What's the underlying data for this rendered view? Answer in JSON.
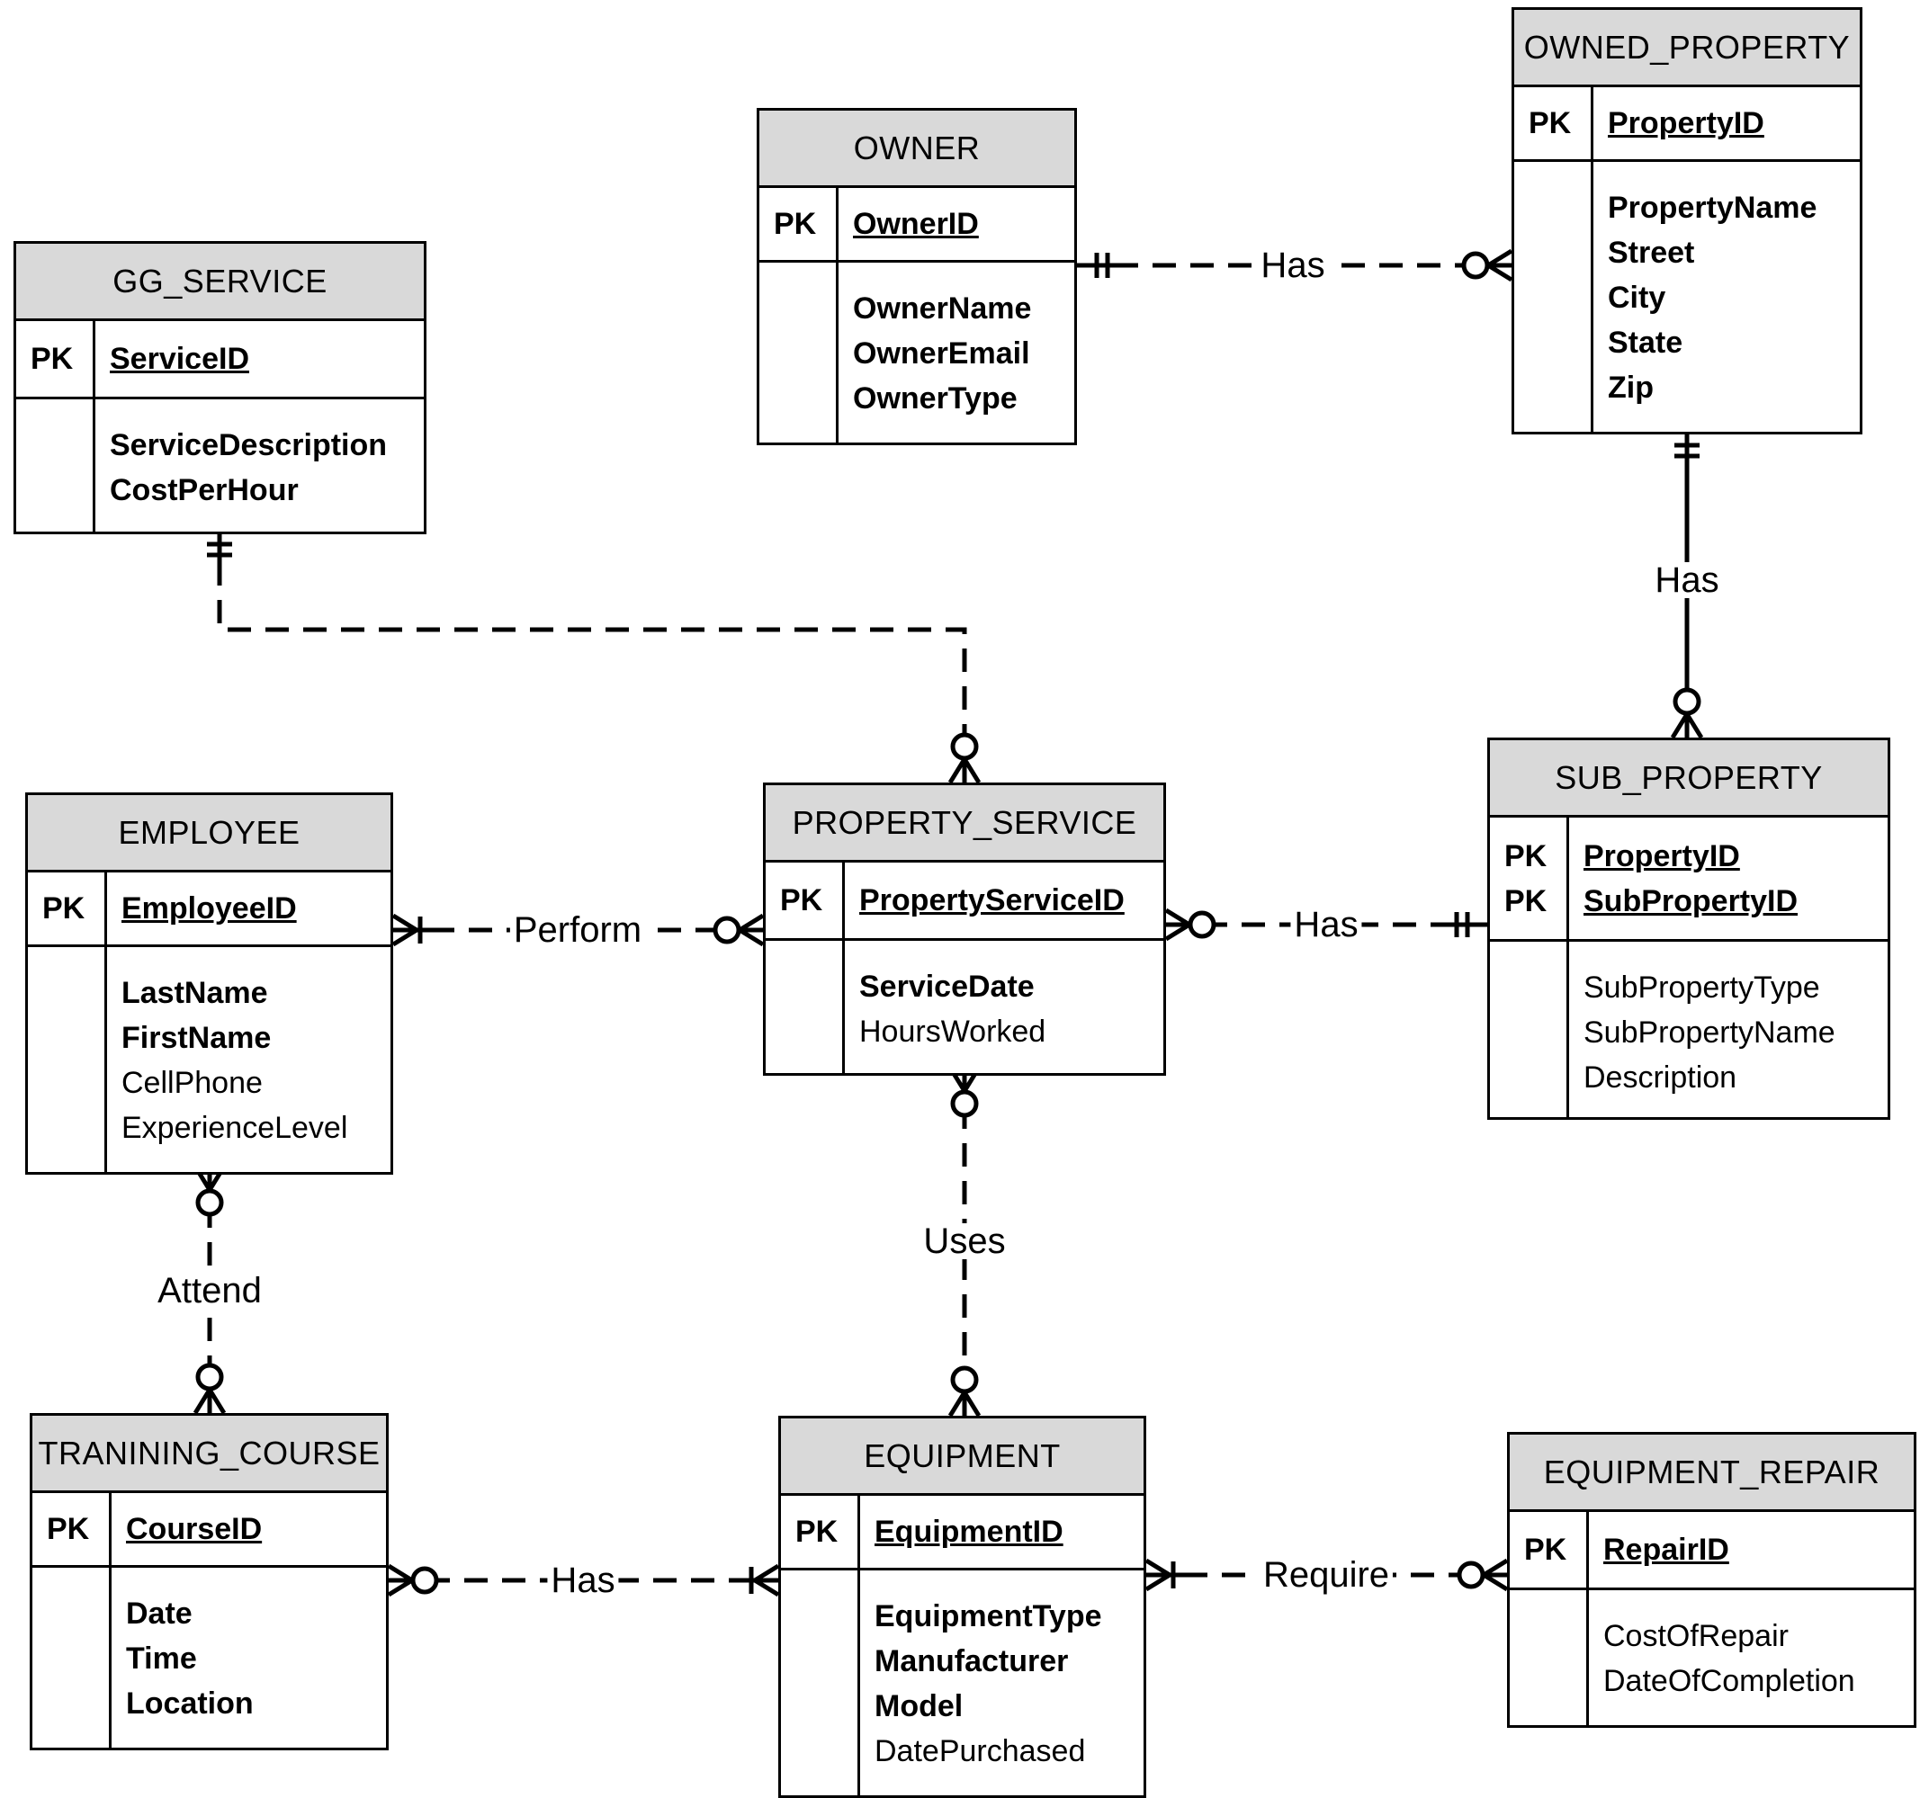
{
  "entities": {
    "owned_property": {
      "title": "OWNED_PROPERTY",
      "pk_labels": [
        "PK"
      ],
      "pk_fields": [
        "PropertyID"
      ],
      "attributes": [
        {
          "name": "PropertyName",
          "bold": true
        },
        {
          "name": "Street",
          "bold": true
        },
        {
          "name": "City",
          "bold": true
        },
        {
          "name": "State",
          "bold": true
        },
        {
          "name": "Zip",
          "bold": true
        }
      ]
    },
    "owner": {
      "title": "OWNER",
      "pk_labels": [
        "PK"
      ],
      "pk_fields": [
        "OwnerID"
      ],
      "attributes": [
        {
          "name": "OwnerName",
          "bold": true
        },
        {
          "name": "OwnerEmail",
          "bold": true
        },
        {
          "name": "OwnerType",
          "bold": true
        }
      ]
    },
    "gg_service": {
      "title": "GG_SERVICE",
      "pk_labels": [
        "PK"
      ],
      "pk_fields": [
        "ServiceID"
      ],
      "attributes": [
        {
          "name": "ServiceDescription",
          "bold": true
        },
        {
          "name": "CostPerHour",
          "bold": true
        }
      ]
    },
    "employee": {
      "title": "EMPLOYEE",
      "pk_labels": [
        "PK"
      ],
      "pk_fields": [
        "EmployeeID"
      ],
      "attributes": [
        {
          "name": "LastName",
          "bold": true
        },
        {
          "name": "FirstName",
          "bold": true
        },
        {
          "name": "CellPhone",
          "bold": false
        },
        {
          "name": "ExperienceLevel",
          "bold": false
        }
      ]
    },
    "property_service": {
      "title": "PROPERTY_SERVICE",
      "pk_labels": [
        "PK"
      ],
      "pk_fields": [
        "PropertyServiceID"
      ],
      "attributes": [
        {
          "name": "ServiceDate",
          "bold": true
        },
        {
          "name": "HoursWorked",
          "bold": false
        }
      ]
    },
    "sub_property": {
      "title": "SUB_PROPERTY",
      "pk_labels": [
        "PK",
        "PK"
      ],
      "pk_fields": [
        "PropertyID",
        "SubPropertyID"
      ],
      "attributes": [
        {
          "name": "SubPropertyType",
          "bold": false
        },
        {
          "name": "SubPropertyName",
          "bold": false
        },
        {
          "name": "Description",
          "bold": false
        }
      ]
    },
    "training_course": {
      "title": "TRANINING_COURSE",
      "pk_labels": [
        "PK"
      ],
      "pk_fields": [
        "CourseID"
      ],
      "attributes": [
        {
          "name": "Date",
          "bold": true
        },
        {
          "name": "Time",
          "bold": true
        },
        {
          "name": "Location",
          "bold": true
        }
      ]
    },
    "equipment": {
      "title": "EQUIPMENT",
      "pk_labels": [
        "PK"
      ],
      "pk_fields": [
        "EquipmentID"
      ],
      "attributes": [
        {
          "name": "EquipmentType",
          "bold": true
        },
        {
          "name": "Manufacturer",
          "bold": true
        },
        {
          "name": "Model",
          "bold": true
        },
        {
          "name": "DatePurchased",
          "bold": false
        }
      ]
    },
    "equipment_repair": {
      "title": "EQUIPMENT_REPAIR",
      "pk_labels": [
        "PK"
      ],
      "pk_fields": [
        "RepairID"
      ],
      "attributes": [
        {
          "name": "CostOfRepair",
          "bold": false
        },
        {
          "name": "DateOfCompletion",
          "bold": false
        }
      ]
    }
  },
  "relationships": [
    {
      "id": "owner-owned",
      "label": "Has",
      "from": "owner",
      "to": "owned_property",
      "from_card": "one-and-only-one",
      "to_card": "zero-or-many"
    },
    {
      "id": "owned-sub",
      "label": "Has",
      "from": "owned_property",
      "to": "sub_property",
      "from_card": "one-and-only-one",
      "to_card": "zero-or-many"
    },
    {
      "id": "service-ps",
      "label": "",
      "from": "gg_service",
      "to": "property_service",
      "from_card": "one-and-only-one",
      "to_card": "zero-or-many"
    },
    {
      "id": "emp-ps",
      "label": "Perform",
      "from": "employee",
      "to": "property_service",
      "from_card": "one-or-many",
      "to_card": "zero-or-many"
    },
    {
      "id": "ps-sub",
      "label": "Has",
      "from": "property_service",
      "to": "sub_property",
      "from_card": "zero-or-many",
      "to_card": "one-and-only-one"
    },
    {
      "id": "emp-course",
      "label": "Attend",
      "from": "employee",
      "to": "training_course",
      "from_card": "zero-or-many",
      "to_card": "zero-or-many"
    },
    {
      "id": "ps-equip",
      "label": "Uses",
      "from": "property_service",
      "to": "equipment",
      "from_card": "zero-or-many",
      "to_card": "zero-or-many"
    },
    {
      "id": "course-equip",
      "label": "Has",
      "from": "training_course",
      "to": "equipment",
      "from_card": "zero-or-many",
      "to_card": "one-or-many"
    },
    {
      "id": "equip-repair",
      "label": "Require",
      "from": "equipment",
      "to": "equipment_repair",
      "from_card": "one-or-many",
      "to_card": "zero-or-many"
    }
  ]
}
